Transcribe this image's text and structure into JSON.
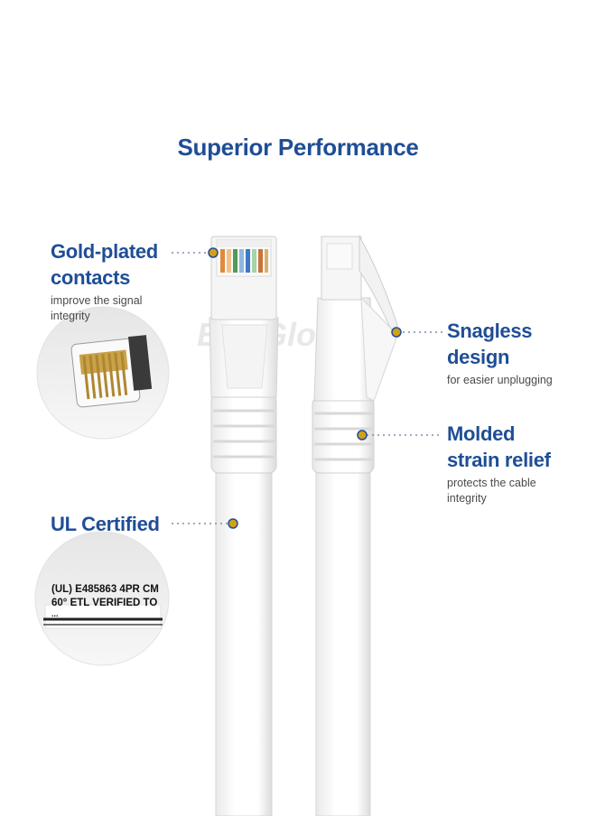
{
  "title": "Superior Performance",
  "watermark": "EXPGlobal",
  "features": {
    "gold": {
      "heading_1": "Gold-plated",
      "heading_2": "contacts",
      "desc_1": "improve the signal",
      "desc_2": "integrity"
    },
    "snagless": {
      "heading_1": "Snagless",
      "heading_2": "design",
      "desc_1": "for easier unplugging"
    },
    "molded": {
      "heading_1": "Molded",
      "heading_2": "strain relief",
      "desc_1": "protects the cable",
      "desc_2": "integrity"
    },
    "ul": {
      "heading_1": "UL Certified"
    }
  },
  "ul_label": {
    "line_1": "(UL) E485863 4PR CM",
    "line_2": "60°  ETL VERIFIED TO",
    "line_3": "..."
  },
  "colors": {
    "accent": "#1f4e96",
    "dot": "#d4a017",
    "cable": "#ffffff",
    "shadow": "#dedede"
  }
}
